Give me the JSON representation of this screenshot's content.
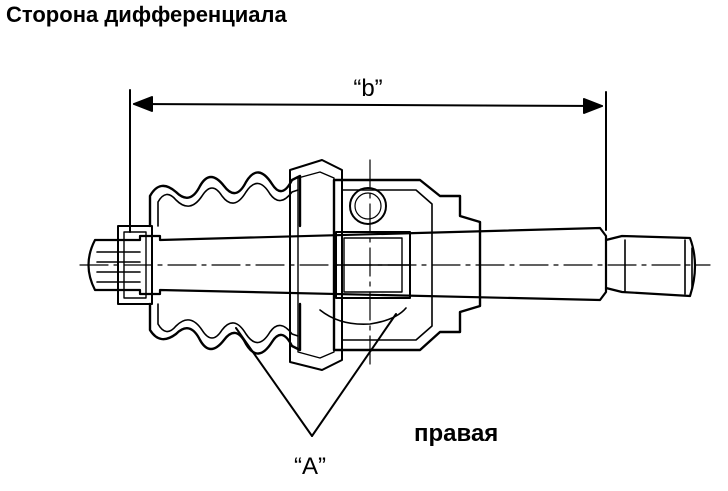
{
  "title": "Сторона дифференциала",
  "labels": {
    "dimension_b": "“b”",
    "part_a": "“A”",
    "side": "правая"
  },
  "colors": {
    "line": "#000000",
    "background": "#ffffff"
  }
}
